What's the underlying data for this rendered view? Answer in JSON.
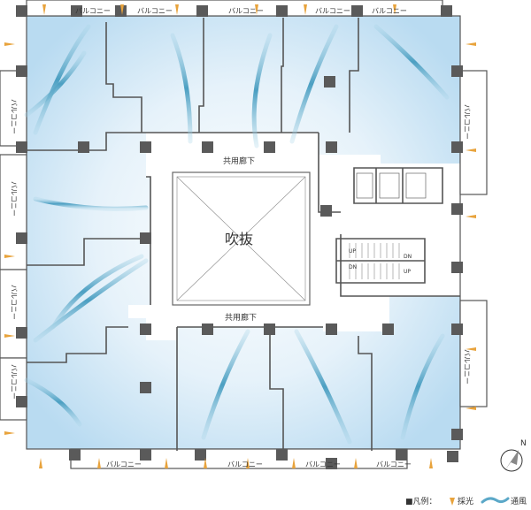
{
  "labels": {
    "balcony": "バルコニー",
    "corridor": "共用廊下",
    "atrium": "吹抜",
    "up": "UP",
    "dn": "DN",
    "north": "N"
  },
  "legend": {
    "prefix": "■凡例：",
    "light": "採光",
    "wind": "通風"
  },
  "colors": {
    "room_fill": "#c9e3f5",
    "room_center": "#ffffff",
    "wall": "#555555",
    "column": "#5a5a5a",
    "light_arrow": "#e8a33c",
    "wind_flow": "#5ba8c8",
    "atrium_fill": "#ffffff"
  }
}
